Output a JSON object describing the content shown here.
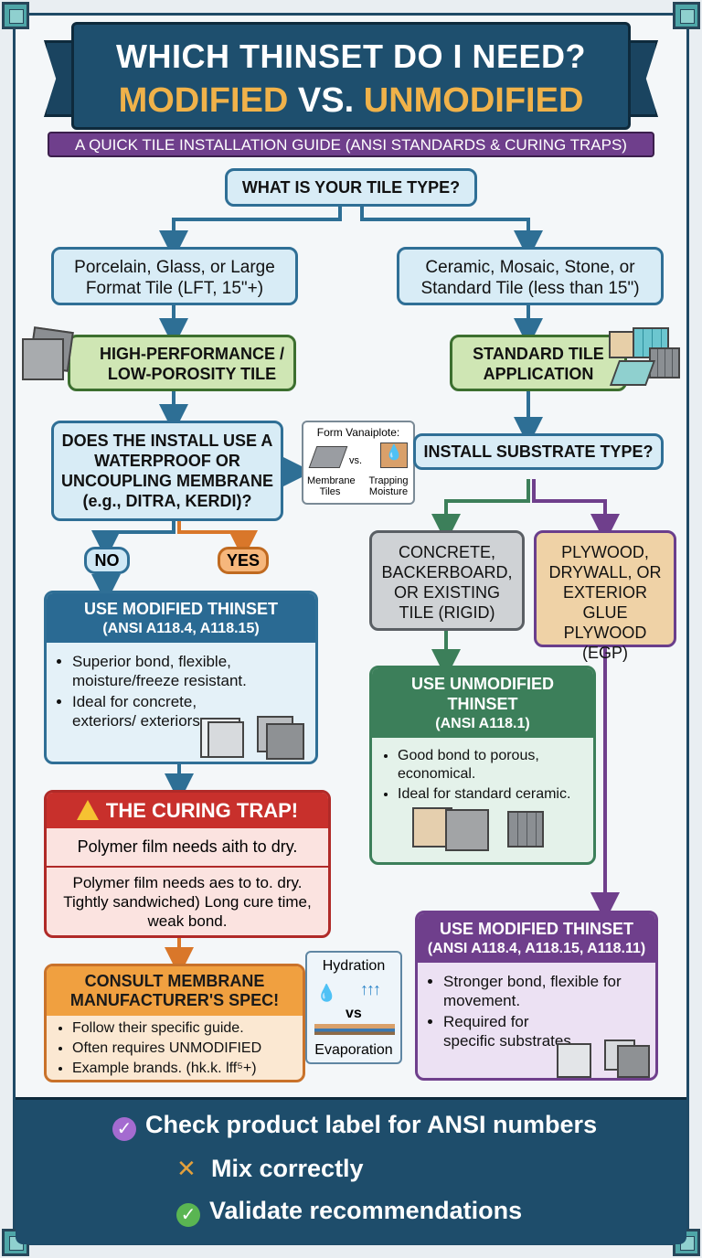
{
  "title": {
    "line1": "WHICH THINSET DO I NEED?",
    "line2_a": "MODIFIED",
    "line2_b": " VS. ",
    "line2_c": "UNMODIFIED",
    "subtitle": "A QUICK TILE INSTALLATION GUIDE (ANSI STANDARDS & CURING TRAPS)"
  },
  "start": {
    "question": "WHAT IS YOUR TILE TYPE?"
  },
  "left": {
    "tile_type": "Porcelain, Glass, or Large Format Tile (LFT, 15\"+)",
    "category": "HIGH-PERFORMANCE / LOW-POROSITY TILE",
    "question": "DOES THE INSTALL USE A WATERPROOF OR UNCOUPLING MEMBRANE (e.g., DITRA, KERDI)?",
    "no_label": "NO",
    "yes_label": "YES",
    "result": {
      "title": "USE MODIFIED THINSET",
      "standard": "(ANSI A118.4, A118.15)",
      "bullets": [
        "Superior bond, flexible, moisture/freeze resistant.",
        "Ideal for concrete, exteriors/ exteriors."
      ]
    },
    "trap": {
      "title": "THE CURING TRAP!",
      "line1": "Polymer film needs aith to dry.",
      "line2": "Polymer film needs aes to to. dry. Tightly sandwiched) Long cure time, weak bond."
    },
    "consult": {
      "title": "CONSULT MEMBRANE MANUFACTURER'S SPEC!",
      "bullets": [
        "Follow their specific guide.",
        "Often requires UNMODIFIED",
        "Example brands. (hk.k. lff⁵+)"
      ]
    }
  },
  "inset_membrane": {
    "title": "Form Vanaiplote:",
    "left_label": "Membrane Tiles",
    "vs": "vs.",
    "right_label": "Trapping Moisture"
  },
  "inset_hydration": {
    "top": "Hydration",
    "vs": "vs",
    "bottom": "Evaporation"
  },
  "right": {
    "tile_type": "Ceramic, Mosaic, Stone, or Standard Tile (less than 15\")",
    "category": "STANDARD TILE APPLICATION",
    "question": "INSTALL SUBSTRATE TYPE?",
    "rigid": "CONCRETE, BACKERBOARD, OR EXISTING TILE (RIGID)",
    "wood": "PLYWOOD, DRYWALL, OR EXTERIOR GLUE PLYWOOD (EGP)",
    "unmod": {
      "title": "USE UNMODIFIED THINSET",
      "standard": "(ANSI A118.1)",
      "bullets": [
        "Good bond to porous, economical.",
        "Ideal for standard ceramic."
      ]
    },
    "mod": {
      "title": "USE MODIFIED THINSET",
      "standard": "(ANSI A118.4, A118.15, A118.11)",
      "bullets": [
        "Stronger bond, flexible for movement.",
        "Required for specific substrates."
      ]
    }
  },
  "footer": {
    "items": [
      "Check product label for ANSI numbers",
      "Mix correctly",
      "Validate recommendations"
    ]
  },
  "colors": {
    "navy": "#1e4f6e",
    "orange": "#f0b24a",
    "purple": "#6f3f8c",
    "green": "#3c7f5a",
    "red": "#c8302c"
  }
}
